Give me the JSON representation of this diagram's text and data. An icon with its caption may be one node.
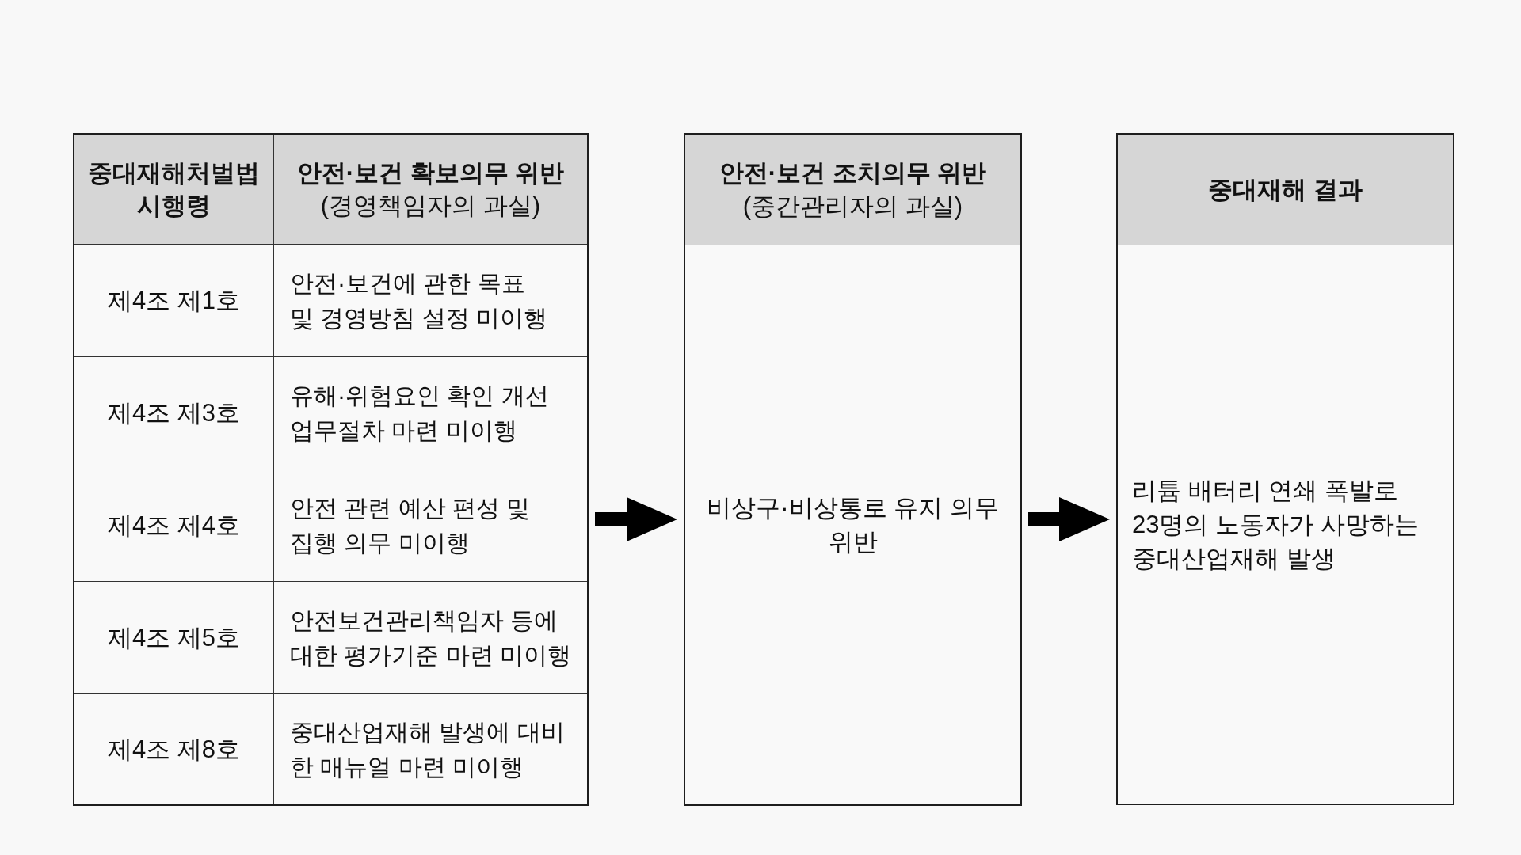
{
  "diagram": {
    "nodes": [
      {
        "text": [],
        "shape": "box"
      },
      {
        "text": [
          "중대재해처벌법 시행령"
        ],
        "in": 0
      },
      {
        "text": [
          "안전·보건 확보의무 위반",
          "(경영책임자의 과실)"
        ],
        "in": 0
      },
      {
        "text": [
          "제4조 제1호"
        ],
        "in": 0
      },
      {
        "text": [
          "안전·보건에 관한 목표 및 경영방침 설정 미이행"
        ],
        "in": 0
      },
      {
        "text": [
          "제4조 제3호"
        ],
        "in": 0
      },
      {
        "text": [
          "유해·위험요인 확인 개선 업무절차 마련 미이행"
        ],
        "in": 0
      },
      {
        "text": [
          "제4조 제4호"
        ],
        "in": 0
      },
      {
        "text": [
          "안전 관련 예산 편성 및 집행 의무 미이행"
        ],
        "in": 0
      },
      {
        "text": [
          "제4조 제5호"
        ],
        "in": 0
      },
      {
        "text": [
          "안전보건관리책임자 등에 대한 평가기준 마련 미이행"
        ],
        "in": 0
      },
      {
        "text": [
          "제4조 제8호"
        ],
        "in": 0
      },
      {
        "text": [
          "중대산업재해 발생에 대비한 매뉴얼 마련 미이행"
        ],
        "in": 0
      },
      {
        "text": [
          "안전·보건 조치의무 위반",
          "(중간관리자의 과실)",
          "비상구·비상통로 유지 의무 위반"
        ]
      },
      {
        "text": [
          "중대재해 결과",
          "리튬 배터리 연쇄 폭발로 23명의 노동자가 사망하는 중대산업재해 발생"
        ]
      }
    ],
    "edges": [
      {
        "from": 0,
        "to": 13,
        "arrow": "to"
      },
      {
        "from": 13,
        "to": 14,
        "arrow": "to"
      }
    ]
  }
}
